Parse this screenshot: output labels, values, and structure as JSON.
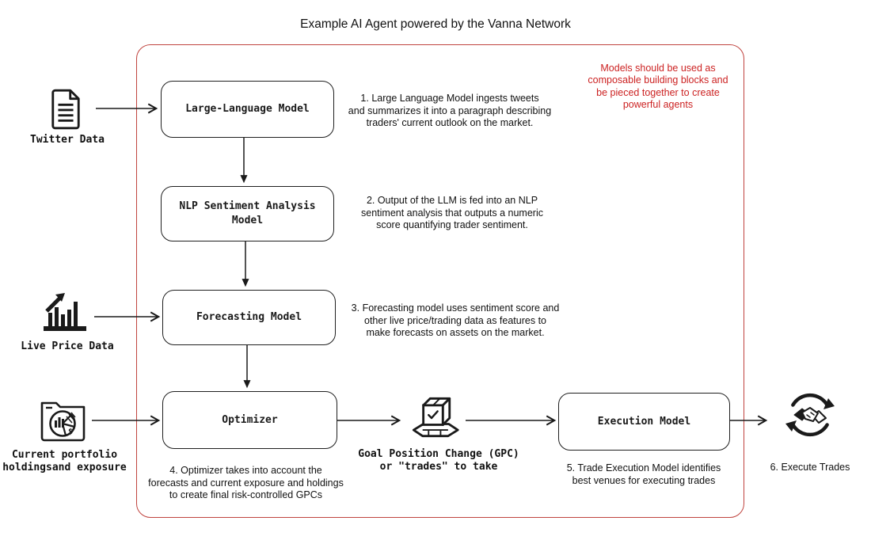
{
  "title": "Example AI Agent powered by the Vanna Network",
  "note": "Models should be used as\ncomposable building blocks and\nbe pieced together to create\npowerful agents",
  "boxes": {
    "llm": "Large-Language Model",
    "nlp": "NLP Sentiment Analysis\nModel",
    "forecasting": "Forecasting Model",
    "optimizer": "Optimizer",
    "execution": "Execution Model"
  },
  "inputs": {
    "twitter": {
      "label": "Twitter Data",
      "icon": "document-icon"
    },
    "live_price": {
      "label": "Live Price Data",
      "icon": "bar-chart-trend-icon"
    },
    "portfolio": {
      "label": "Current portfolio\nholdingsand exposure",
      "icon": "folder-pie-chart-icon"
    }
  },
  "artifacts": {
    "gpc": {
      "label": "Goal Position Change (GPC)\nor \"trades\" to take",
      "icon": "package-check-icon"
    },
    "execute": {
      "label": "6. Execute Trades",
      "icon": "handshake-cycle-icon"
    }
  },
  "steps": [
    "1. Large Language Model ingests tweets\nand summarizes it into a paragraph describing\ntraders' current outlook on the market.",
    "2. Output of the LLM is fed into an NLP\nsentiment analysis that outputs a numeric\nscore quantifying trader sentiment.",
    "3. Forecasting model uses sentiment score and\nother live price/trading data as features to\nmake forecasts on assets on the market.",
    "4. Optimizer takes into account the\nforecasts and current exposure and holdings\nto create final risk-controlled GPCs",
    "5. Trade Execution Model identifies\nbest venues for executing trades"
  ],
  "colors": {
    "ink": "#1a1a1a",
    "red_text": "#cc2222",
    "red_border": "#c0443f"
  }
}
